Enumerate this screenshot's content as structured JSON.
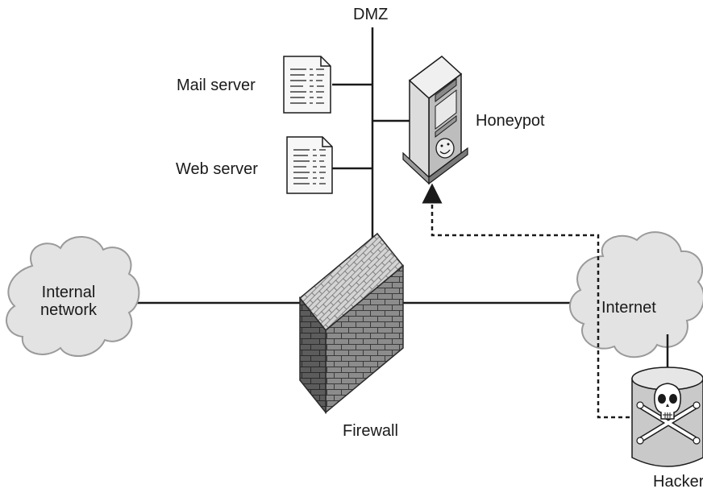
{
  "labels": {
    "dmz": "DMZ",
    "mail_server": "Mail server",
    "web_server": "Web server",
    "honeypot": "Honeypot",
    "internal_network": "Internal\nnetwork",
    "internet": "Internet",
    "firewall": "Firewall",
    "hacker": "Hacker"
  },
  "colors": {
    "line": "#1a1a1a",
    "cloud_fill": "#e3e3e3",
    "cloud_stroke": "#9a9a9a",
    "firewall_face": "#5c5c5c",
    "firewall_side": "#8c8c8c",
    "firewall_top": "#d4d4d4",
    "doc_fill": "#f7f7f7",
    "honeypot_fill": "#dcdcdc",
    "hacker_can": "#c9c9c9"
  },
  "icons": {
    "mail_server": "document-icon",
    "web_server": "document-icon",
    "honeypot": "server-tower-icon",
    "firewall": "brick-wall-icon",
    "internal_network": "cloud-icon",
    "internet": "cloud-icon",
    "hacker": "skull-crossbones-icon"
  }
}
